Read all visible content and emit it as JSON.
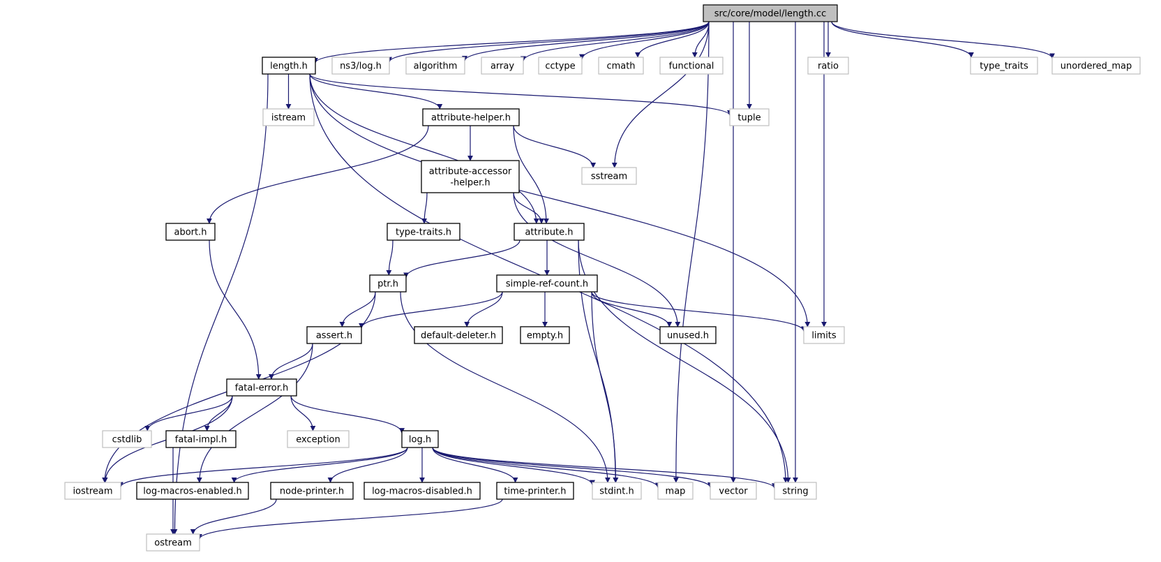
{
  "diagram": {
    "title": "",
    "colors": {
      "edge": "#191970",
      "root_fill": "#bfbfbf",
      "doc_border": "#000000",
      "ext_border": "#bfbfbf"
    },
    "nodes": [
      {
        "id": "root",
        "label": "src/core/model/length.cc",
        "kind": "root"
      },
      {
        "id": "length_h",
        "label": "length.h",
        "kind": "doc"
      },
      {
        "id": "ns3log",
        "label": "ns3/log.h",
        "kind": "ext"
      },
      {
        "id": "algorithm",
        "label": "algorithm",
        "kind": "ext"
      },
      {
        "id": "array",
        "label": "array",
        "kind": "ext"
      },
      {
        "id": "cctype",
        "label": "cctype",
        "kind": "ext"
      },
      {
        "id": "cmath",
        "label": "cmath",
        "kind": "ext"
      },
      {
        "id": "functional",
        "label": "functional",
        "kind": "ext"
      },
      {
        "id": "ratio",
        "label": "ratio",
        "kind": "ext"
      },
      {
        "id": "type_traits",
        "label": "type_traits",
        "kind": "ext"
      },
      {
        "id": "unordered_map",
        "label": "unordered_map",
        "kind": "ext"
      },
      {
        "id": "istream",
        "label": "istream",
        "kind": "ext"
      },
      {
        "id": "attribute_helper",
        "label": "attribute-helper.h",
        "kind": "doc"
      },
      {
        "id": "tuple",
        "label": "tuple",
        "kind": "ext"
      },
      {
        "id": "sstream",
        "label": "sstream",
        "kind": "ext"
      },
      {
        "id": "accessor",
        "label": "attribute-accessor\n-helper.h",
        "kind": "doc"
      },
      {
        "id": "abort",
        "label": "abort.h",
        "kind": "doc"
      },
      {
        "id": "type_traits_h",
        "label": "type-traits.h",
        "kind": "doc"
      },
      {
        "id": "attribute",
        "label": "attribute.h",
        "kind": "doc"
      },
      {
        "id": "ptr",
        "label": "ptr.h",
        "kind": "doc"
      },
      {
        "id": "simple_ref",
        "label": "simple-ref-count.h",
        "kind": "doc"
      },
      {
        "id": "assert",
        "label": "assert.h",
        "kind": "doc"
      },
      {
        "id": "default_deleter",
        "label": "default-deleter.h",
        "kind": "doc"
      },
      {
        "id": "empty",
        "label": "empty.h",
        "kind": "doc"
      },
      {
        "id": "unused",
        "label": "unused.h",
        "kind": "doc"
      },
      {
        "id": "limits",
        "label": "limits",
        "kind": "ext"
      },
      {
        "id": "fatal_error",
        "label": "fatal-error.h",
        "kind": "doc"
      },
      {
        "id": "cstdlib",
        "label": "cstdlib",
        "kind": "ext"
      },
      {
        "id": "fatal_impl",
        "label": "fatal-impl.h",
        "kind": "doc"
      },
      {
        "id": "exception",
        "label": "exception",
        "kind": "ext"
      },
      {
        "id": "log",
        "label": "log.h",
        "kind": "doc"
      },
      {
        "id": "iostream",
        "label": "iostream",
        "kind": "ext"
      },
      {
        "id": "log_enabled",
        "label": "log-macros-enabled.h",
        "kind": "doc"
      },
      {
        "id": "node_printer",
        "label": "node-printer.h",
        "kind": "doc"
      },
      {
        "id": "log_disabled",
        "label": "log-macros-disabled.h",
        "kind": "doc"
      },
      {
        "id": "time_printer",
        "label": "time-printer.h",
        "kind": "doc"
      },
      {
        "id": "stdint",
        "label": "stdint.h",
        "kind": "ext"
      },
      {
        "id": "map",
        "label": "map",
        "kind": "ext"
      },
      {
        "id": "vector",
        "label": "vector",
        "kind": "ext"
      },
      {
        "id": "string",
        "label": "string",
        "kind": "ext"
      },
      {
        "id": "ostream",
        "label": "ostream",
        "kind": "ext"
      }
    ],
    "edges": [
      {
        "from": "root",
        "to": "length_h"
      },
      {
        "from": "root",
        "to": "ns3log"
      },
      {
        "from": "root",
        "to": "algorithm"
      },
      {
        "from": "root",
        "to": "array"
      },
      {
        "from": "root",
        "to": "cctype"
      },
      {
        "from": "root",
        "to": "cmath"
      },
      {
        "from": "root",
        "to": "functional"
      },
      {
        "from": "root",
        "to": "ratio"
      },
      {
        "from": "root",
        "to": "type_traits"
      },
      {
        "from": "root",
        "to": "unordered_map"
      },
      {
        "from": "root",
        "to": "tuple"
      },
      {
        "from": "root",
        "to": "sstream"
      },
      {
        "from": "root",
        "to": "limits"
      },
      {
        "from": "root",
        "to": "map"
      },
      {
        "from": "root",
        "to": "vector"
      },
      {
        "from": "root",
        "to": "string"
      },
      {
        "from": "length_h",
        "to": "istream"
      },
      {
        "from": "length_h",
        "to": "attribute_helper"
      },
      {
        "from": "length_h",
        "to": "tuple"
      },
      {
        "from": "length_h",
        "to": "attribute"
      },
      {
        "from": "length_h",
        "to": "limits"
      },
      {
        "from": "length_h",
        "to": "string"
      },
      {
        "from": "length_h",
        "to": "ostream"
      },
      {
        "from": "attribute_helper",
        "to": "accessor"
      },
      {
        "from": "attribute_helper",
        "to": "sstream"
      },
      {
        "from": "attribute_helper",
        "to": "abort"
      },
      {
        "from": "attribute_helper",
        "to": "attribute"
      },
      {
        "from": "accessor",
        "to": "type_traits_h"
      },
      {
        "from": "accessor",
        "to": "attribute"
      },
      {
        "from": "accessor",
        "to": "unused"
      },
      {
        "from": "abort",
        "to": "fatal_error"
      },
      {
        "from": "type_traits_h",
        "to": "ptr"
      },
      {
        "from": "attribute",
        "to": "ptr"
      },
      {
        "from": "attribute",
        "to": "simple_ref"
      },
      {
        "from": "attribute",
        "to": "stdint"
      },
      {
        "from": "attribute",
        "to": "string"
      },
      {
        "from": "ptr",
        "to": "assert"
      },
      {
        "from": "ptr",
        "to": "iostream"
      },
      {
        "from": "ptr",
        "to": "stdint"
      },
      {
        "from": "simple_ref",
        "to": "assert"
      },
      {
        "from": "simple_ref",
        "to": "default_deleter"
      },
      {
        "from": "simple_ref",
        "to": "empty"
      },
      {
        "from": "simple_ref",
        "to": "unused"
      },
      {
        "from": "simple_ref",
        "to": "limits"
      },
      {
        "from": "simple_ref",
        "to": "stdint"
      },
      {
        "from": "assert",
        "to": "fatal_error"
      },
      {
        "from": "assert",
        "to": "log_enabled"
      },
      {
        "from": "fatal_error",
        "to": "cstdlib"
      },
      {
        "from": "fatal_error",
        "to": "fatal_impl"
      },
      {
        "from": "fatal_error",
        "to": "exception"
      },
      {
        "from": "fatal_error",
        "to": "log"
      },
      {
        "from": "fatal_error",
        "to": "iostream"
      },
      {
        "from": "fatal_impl",
        "to": "ostream"
      },
      {
        "from": "log",
        "to": "iostream"
      },
      {
        "from": "log",
        "to": "log_enabled"
      },
      {
        "from": "log",
        "to": "node_printer"
      },
      {
        "from": "log",
        "to": "log_disabled"
      },
      {
        "from": "log",
        "to": "time_printer"
      },
      {
        "from": "log",
        "to": "stdint"
      },
      {
        "from": "log",
        "to": "map"
      },
      {
        "from": "log",
        "to": "vector"
      },
      {
        "from": "log",
        "to": "string"
      },
      {
        "from": "node_printer",
        "to": "ostream"
      },
      {
        "from": "time_printer",
        "to": "ostream"
      }
    ]
  }
}
